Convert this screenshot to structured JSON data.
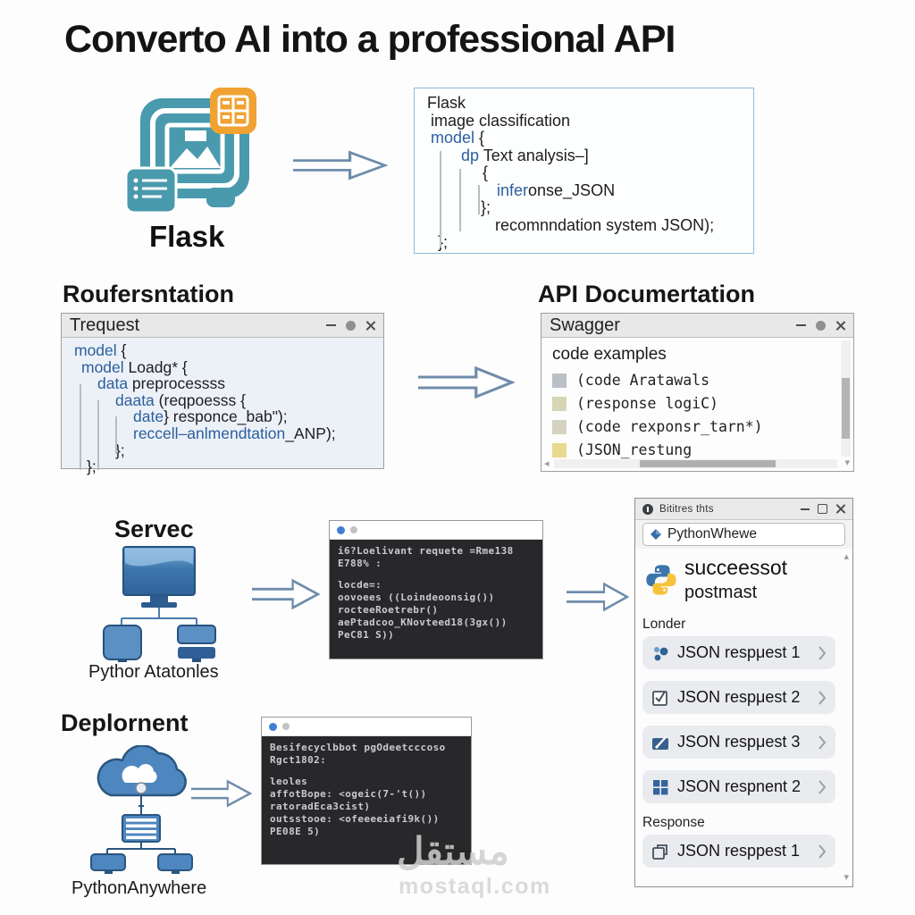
{
  "title": "Converto AI into a professional API",
  "colors": {
    "keyword_blue": "#2b5f9e",
    "teal_icon": "#4a9aad",
    "orange_badge": "#f0a232",
    "arrow_stroke": "#6f8cab",
    "terminal_bg": "#28282b",
    "python_blue": "#3b76ab",
    "python_yellow": "#f5c33a"
  },
  "flask_intro": {
    "caption": "Flask",
    "code": {
      "lines": [
        {
          "k": "",
          "r": "Flask"
        },
        {
          "k": "",
          "r": "image classification"
        },
        {
          "k": "model",
          "r": " {"
        },
        {
          "k": "dp",
          "r": " Text analysis–]"
        },
        {
          "k": "",
          "r": "{"
        },
        {
          "k": "infer",
          "r": "onse_JSON"
        },
        {
          "k": "",
          "r": "};"
        },
        {
          "k": "",
          "r": "recomnndation system JSON);"
        },
        {
          "k": "",
          "r": "};"
        }
      ]
    }
  },
  "request_section": {
    "heading": "Roufersntation",
    "window_title": "Trequest",
    "code": {
      "lines": [
        {
          "k": "model",
          "r": " {"
        },
        {
          "k": "model",
          "r": " Loadg* {"
        },
        {
          "k": "data",
          "r": " preprocessss"
        },
        {
          "k": "daata",
          "r": " (reqpoesss {"
        },
        {
          "k": "date",
          "r": "} responce_bab\");"
        },
        {
          "k": "reccell–anlmendtation",
          "r": "_ANP);"
        },
        {
          "k": "",
          "r": "};"
        },
        {
          "k": "",
          "r": "};"
        }
      ]
    }
  },
  "docs_section": {
    "heading": "API Documertation",
    "window_title": "Swagger",
    "intro": "code examples",
    "items": [
      {
        "label": "(code Aratawals",
        "swatch": "#b9c0c7"
      },
      {
        "label": "(response logiC)",
        "swatch": "#d8d4b6"
      },
      {
        "label": "(code rexponsr_tarn*)",
        "swatch": "#d5d3c0"
      },
      {
        "label": "(JSON_restung",
        "swatch": "#e8d98e"
      }
    ]
  },
  "server_section": {
    "heading": "Servec",
    "caption": "Pythor Atatonles",
    "terminal_lines": [
      "i6?Loelivant requete =Rme138",
      "E788% :",
      "locde=:",
      "oovoees ((Loindeoonsig())",
      "rocteeRoetrebr()",
      "aePtadcoo_KNovteed18(3gx())",
      "PeC81 S))"
    ]
  },
  "deploy_section": {
    "heading": "Deplornent",
    "caption": "PythonAnywhere",
    "terminal_lines": [
      "Besifecyclbbot pgOdeetcccoso",
      "Rgct1802:",
      "leoles",
      "affotBope: <ogeic(7-'t())",
      "ratoradEca3cist)",
      "outsstooe: <ofeeeeiafi9k())",
      "PE08E 5)"
    ]
  },
  "panel": {
    "window_title": "Bititres thts",
    "address": "PythonWhewe",
    "status_title": "succeessot",
    "status_sub": "postmast",
    "group1_label": "Londer",
    "requests": [
      {
        "label": "JSON respμest 1",
        "icon": "molecule-icon"
      },
      {
        "label": "JSON respμest 2",
        "icon": "checkbox-icon"
      },
      {
        "label": "JSON respμest 3",
        "icon": "edit-icon"
      },
      {
        "label": "JSON respnent 2",
        "icon": "grid-icon"
      }
    ],
    "group2_label": "Response",
    "response_item": {
      "label": "JSON resppest 1",
      "icon": "copy-icon"
    }
  },
  "watermark": {
    "arabic": "مستقل",
    "latin": "mostaql.com"
  }
}
